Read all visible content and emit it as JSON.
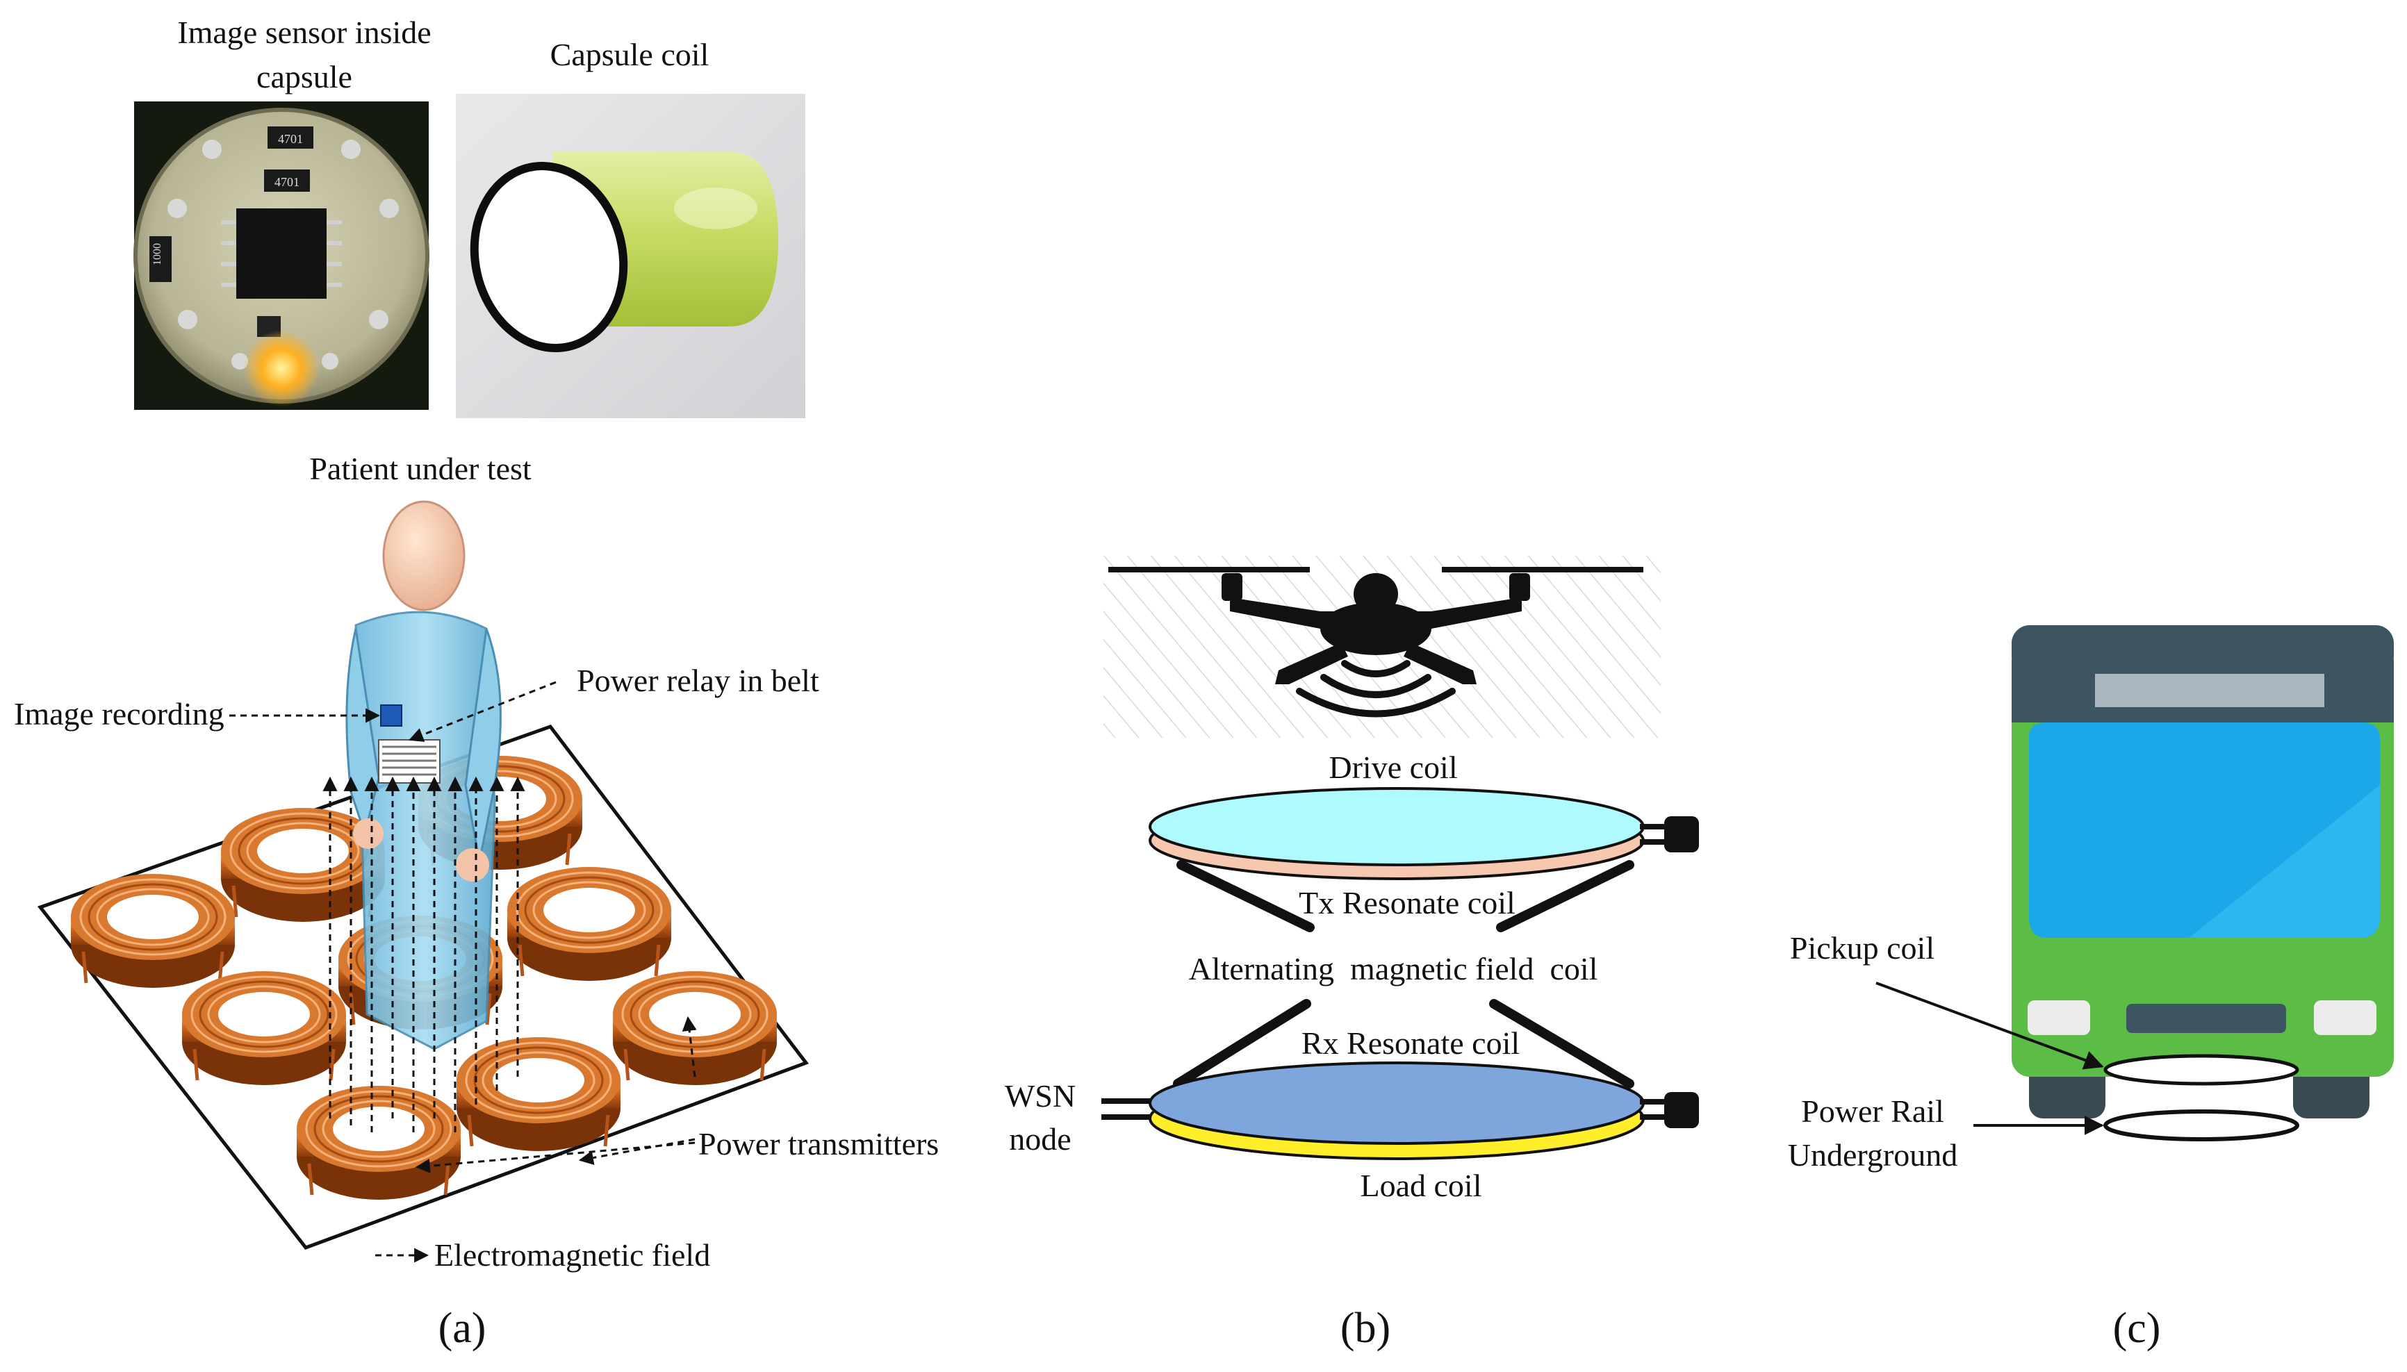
{
  "panel_a": {
    "sensor_title_line1": "Image sensor inside",
    "sensor_title_line2": "capsule",
    "coil_title": "Capsule coil",
    "patient_label": "Patient under test",
    "image_recording": "Image recording",
    "power_relay": "Power relay in belt",
    "power_transmitters": "Power transmitters",
    "em_field": "Electromagnetic field",
    "chip_marking_1": "4701",
    "chip_marking_2": "4701",
    "chip_marking_3": "1000",
    "caption": "(a)"
  },
  "panel_b": {
    "drive_coil": "Drive coil",
    "tx_resonate": "Tx Resonate coil",
    "alternating": "Alternating  magnetic field  coil",
    "rx_resonate": "Rx Resonate coil",
    "wsn_line1": "WSN",
    "wsn_line2": "node",
    "load_coil": "Load coil",
    "caption": "(b)"
  },
  "panel_c": {
    "pickup_coil": "Pickup coil",
    "power_rail_line1": "Power Rail",
    "power_rail_line2": "Underground",
    "caption": "(c)"
  },
  "colors": {
    "coil_copper": "#c8611e",
    "patient_gown": "#7fc7e8",
    "drive_coil_fill": "#aefaff",
    "tx_ring": "#f7c8b0",
    "rx_fill": "#7fa6dc",
    "load_ring": "#ffef2a",
    "bus_green": "#5bbd45",
    "bus_window": "#1aa8e8"
  }
}
